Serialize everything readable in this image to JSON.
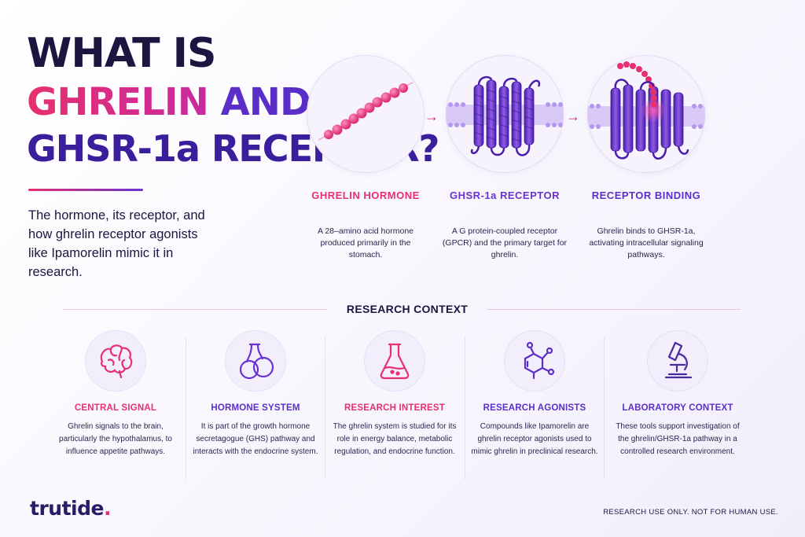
{
  "title": {
    "line1": "WHAT IS",
    "line2_a": "GHRELIN",
    "line2_b": " AND THE",
    "line3": "GHSR-1a RECEPTOR?"
  },
  "intro": "The hormone, its receptor, and how ghrelin receptor agonists like Ipamorelin mimic it in research.",
  "steps": [
    {
      "title": "GHRELIN HORMONE",
      "desc": "A 28–amino acid hormone produced primarily in the stomach."
    },
    {
      "title": "GHSR-1a RECEPTOR",
      "desc": "A G protein-coupled receptor (GPCR) and the primary target for ghrelin."
    },
    {
      "title": "RECEPTOR BINDING",
      "desc": "Ghrelin binds to GHSR-1a, activating intracellular signaling pathways."
    }
  ],
  "arrows": [
    "→",
    "→"
  ],
  "research_context": {
    "heading": "RESEARCH CONTEXT",
    "items": [
      {
        "title": "CENTRAL SIGNAL",
        "desc": "Ghrelin signals to the brain, particularly the hypothalamus, to influence appetite pathways.",
        "icon": "brain-icon"
      },
      {
        "title": "HORMONE SYSTEM",
        "desc": "It is part of the growth hormone secretagogue (GHS) pathway and interacts with the endocrine system.",
        "icon": "gland-icon"
      },
      {
        "title": "RESEARCH INTEREST",
        "desc": "The ghrelin system is studied for its role in energy balance, metabolic regulation, and endocrine function.",
        "icon": "flask-icon"
      },
      {
        "title": "RESEARCH AGONISTS",
        "desc": "Compounds like Ipamorelin are ghrelin receptor agonists used to mimic ghrelin in preclinical research.",
        "icon": "molecule-icon"
      },
      {
        "title": "LABORATORY CONTEXT",
        "desc": "These tools support investigation of the ghrelin/GHSR-1a pathway in a controlled research environment.",
        "icon": "microscope-icon"
      }
    ]
  },
  "footer": {
    "logo_text": "trutide",
    "logo_dot": ".",
    "disclaimer": "RESEARCH USE ONLY. NOT FOR HUMAN USE."
  },
  "colors": {
    "navy": "#1b1640",
    "pink": "#e6306f",
    "magenta": "#c8287a",
    "purple": "#5b2fc7",
    "violet": "#6a33d1"
  }
}
